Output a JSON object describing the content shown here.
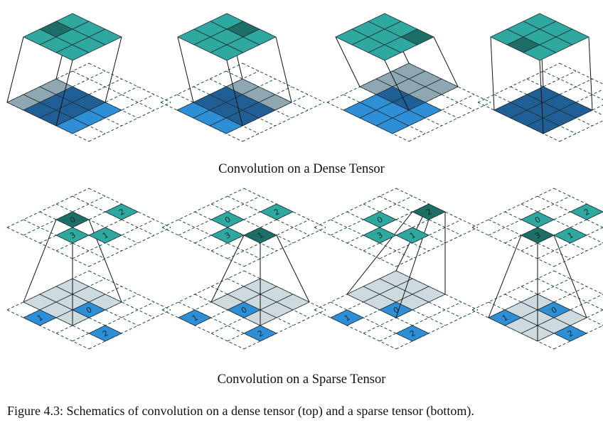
{
  "captions": {
    "dense": "Convolution on a Dense Tensor",
    "sparse": "Convolution on a Sparse Tensor",
    "figure": "Figure 4.3: Schematics of convolution on a dense tensor (top) and a sparse tensor (bottom)."
  },
  "colors": {
    "output_teal": "#2fa9a0",
    "output_dark": "#1c6e66",
    "input_blue": "#2e8fd6",
    "kernel_gray": "#8fa7b0",
    "overlap_dark": "#1f5f96",
    "sparse_kernel_light": "#cfdadf",
    "dashed_grid": "#1f4f4a"
  },
  "sparse_labels": {
    "output": [
      "0",
      "1",
      "2",
      "3"
    ],
    "input": [
      "0",
      "1",
      "2"
    ]
  }
}
